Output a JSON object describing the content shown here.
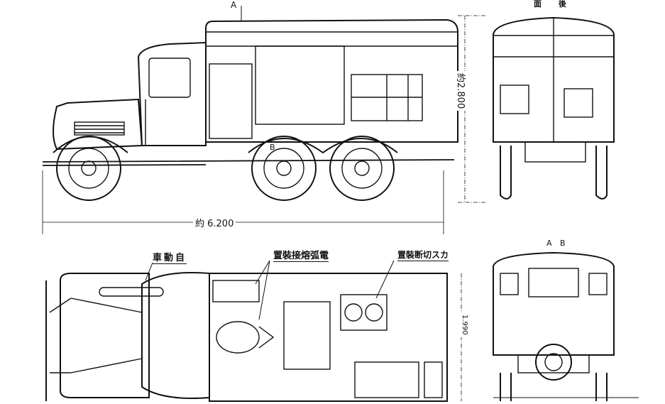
{
  "views": {
    "side": {
      "section_a": "A",
      "section_b": "B"
    },
    "end_top": {
      "caption": "面 後"
    },
    "end_bottom": {
      "caption": "A B"
    }
  },
  "dimensions": {
    "length": "約 6.200",
    "height": "約2.800",
    "width": "1.990"
  },
  "callouts": {
    "vehicle": "車動自",
    "arc_welder": "置裝接熔弧電",
    "gas_cutter": "置裝断切スカ"
  },
  "colors": {
    "ink": "#111111",
    "paper": "#ffffff"
  }
}
